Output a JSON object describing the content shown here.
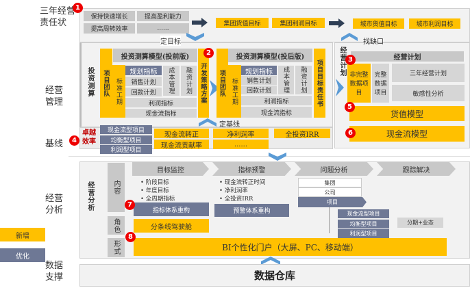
{
  "rows": {
    "r1": "三年经营责任状",
    "r2": "经营管理",
    "r3": "基线",
    "r4": "经营分析",
    "r5": "数据支撑"
  },
  "legend": {
    "new": "新增",
    "opt": "优化",
    "new_color": "#ffc000",
    "opt_color": "#6e7895"
  },
  "top": {
    "g1": "保持快速增长",
    "g2": "提高盈利能力",
    "g3": "提高周转效率",
    "g4": "......",
    "y1": "集团货值目标",
    "y2": "集团利润目标",
    "y3": "城市货值目标",
    "y4": "城市利润目标",
    "set_target": "定目标",
    "find_gap": "找缺口"
  },
  "invest": {
    "title": "投资测算",
    "team": "项目团队",
    "period": "标准工期",
    "pre_title": "投资测算模型(投前版)",
    "post_title": "投资测算模型(投后版)",
    "plan": "规划指标",
    "sales": "销售计划",
    "collect": "回款计划",
    "cost": "成本管理",
    "finance": "融资计划",
    "profit": "利润指标",
    "cash": "现金流指标",
    "strategy": "开发策略方案",
    "duty": "项目目标责任书",
    "set_baseline": "定基线"
  },
  "plan": {
    "title": "经营计划",
    "header": "经营计划",
    "incomplete": "非完整数据项目",
    "complete": "完整数据项目",
    "three_year": "三年经营计划",
    "sensitivity": "敏感性分析",
    "value_model": "货值模型",
    "cash_model": "现金流模型"
  },
  "baseline": {
    "excellence": "卓越效率",
    "types": [
      "现金流型项目",
      "均衡型项目",
      "利润型项目"
    ],
    "m1": "现金流转正",
    "m2": "现金流贡献率",
    "m3": "净利润率",
    "m4": "......",
    "m5": "全投资IRR"
  },
  "analysis": {
    "title": "经营分析",
    "content": "内容",
    "role": "角色",
    "form": "形式",
    "steps": [
      "目标监控",
      "指标预警",
      "问题分析",
      "跟踪解决"
    ],
    "monitor_bullets": [
      "阶段目标",
      "年度目标",
      "全周期指标"
    ],
    "warn_bullets": [
      "现金流转正时间",
      "净利润率",
      "全投资IRR"
    ],
    "indicator_rebuild": "指标体系重构",
    "warn_rebuild": "预警体系重构",
    "levels": [
      "集团",
      "公司",
      "项目"
    ],
    "project_types": [
      "现金流型项目",
      "均衡型项目",
      "利润型项目"
    ],
    "split": "分期+业态",
    "cockpit": "分条线驾驶舱",
    "bi": "BI个性化门户（大屏、PC、移动端）"
  },
  "data": {
    "warehouse": "数据仓库"
  },
  "badges": [
    "1",
    "2",
    "3",
    "4",
    "5",
    "6",
    "7",
    "8"
  ]
}
